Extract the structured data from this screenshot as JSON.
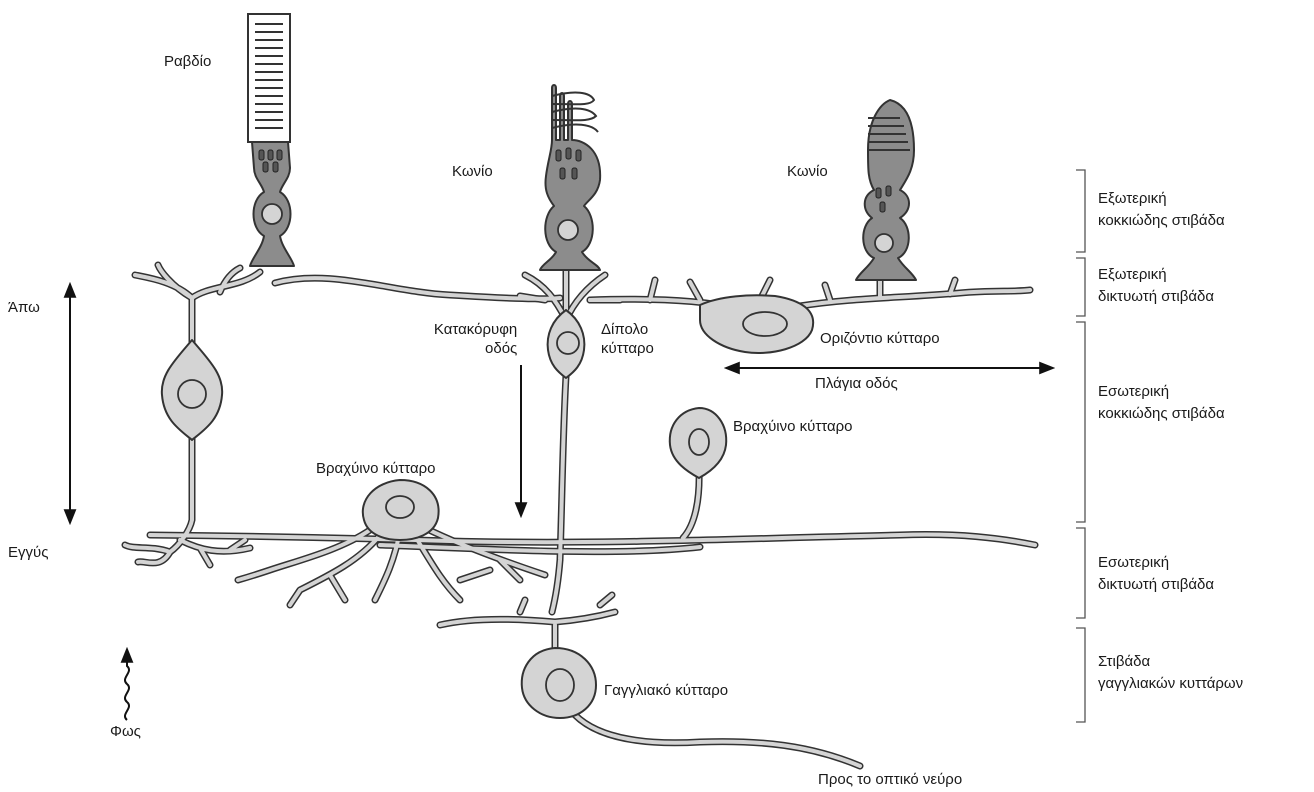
{
  "labels": {
    "rod": "Ραβδίο",
    "cone_1": "Κωνίο",
    "cone_2": "Κωνίο",
    "vertical_pathway": [
      "Κατακόρυφη",
      "οδός"
    ],
    "bipolar_cell": [
      "Δίπολο",
      "κύτταρο"
    ],
    "horizontal_cell": "Οριζόντιο κύτταρο",
    "lateral_pathway": "Πλάγια οδός",
    "amacrine_right": "Βραχύινο κύτταρο",
    "amacrine_left": "Βραχύινο κύτταρο",
    "ganglion_cell": "Γαγγλιακό κύτταρο",
    "to_optic_nerve": "Προς το οπτικό νεύρο",
    "far": "Άπω",
    "near": "Εγγύς",
    "light": "Φως"
  },
  "layers": [
    [
      "Εξωτερική",
      "κοκκιώδης στιβάδα"
    ],
    [
      "Εξωτερική",
      "δικτυωτή στιβάδα"
    ],
    [
      "Εσωτερική",
      "κοκκιώδης στιβάδα"
    ],
    [
      "Εσωτερική",
      "δικτυωτή στιβάδα"
    ],
    [
      "Στιβάδα",
      "γαγγλιακών κυττάρων"
    ]
  ]
}
